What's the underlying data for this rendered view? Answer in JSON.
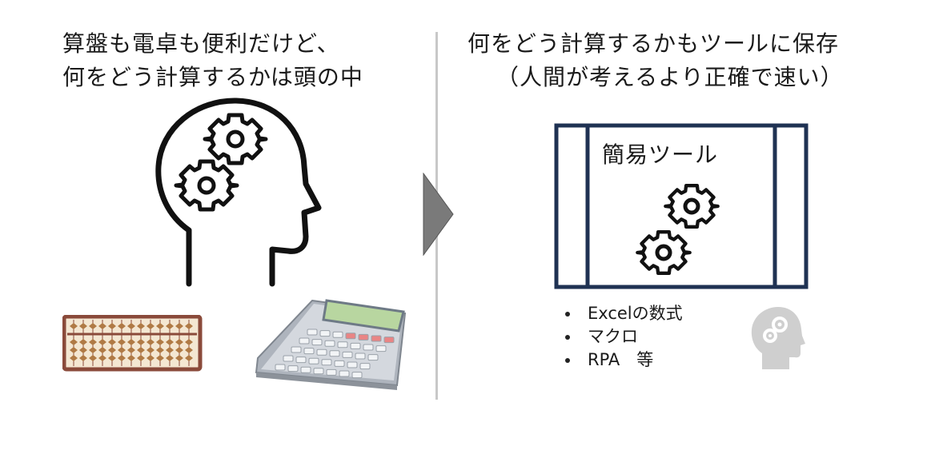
{
  "left": {
    "caption_line1": "算盤も電卓も便利だけど、",
    "caption_line2": "何をどう計算するかは頭の中"
  },
  "right": {
    "caption_line1": "何をどう計算するかもツールに保存",
    "caption_line2": "（人間が考えるより正確で速い）",
    "tool_label": "簡易ツール",
    "bullets": [
      "Excelの数式",
      "マクロ",
      "RPA　等"
    ]
  },
  "colors": {
    "frame": "#1f3253",
    "arrow": "#7a7a7a",
    "divider": "#c8c8c8",
    "head_gray": "#cfcfcf"
  },
  "icons": [
    "head-with-gears-icon",
    "abacus-icon",
    "calculator-icon",
    "arrow-right-icon",
    "gear-icon",
    "small-head-icon"
  ]
}
